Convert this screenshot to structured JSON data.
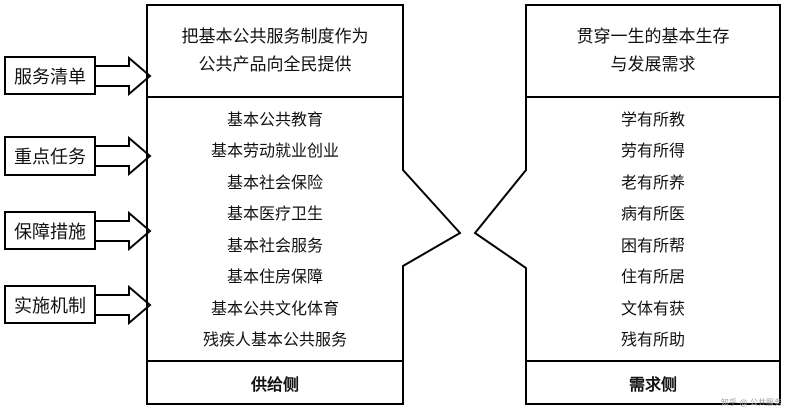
{
  "left_labels": [
    "服务清单",
    "重点任务",
    "保障措施",
    "实施机制"
  ],
  "supply": {
    "header": [
      "把基本公共服务制度作为",
      "公共产品向全民提供"
    ],
    "items": [
      "基本公共教育",
      "基本劳动就业创业",
      "基本社会保险",
      "基本医疗卫生",
      "基本社会服务",
      "基本住房保障",
      "基本公共文化体育",
      "残疾人基本公共服务"
    ],
    "footer": "供给侧"
  },
  "demand": {
    "header": [
      "贯穿一生的基本生存",
      "与发展需求"
    ],
    "items": [
      "学有所教",
      "劳有所得",
      "老有所养",
      "病有所医",
      "困有所帮",
      "住有所居",
      "文体有获",
      "残有所助"
    ],
    "footer": "需求侧"
  },
  "watermark": "知乎 @ 公共服务"
}
